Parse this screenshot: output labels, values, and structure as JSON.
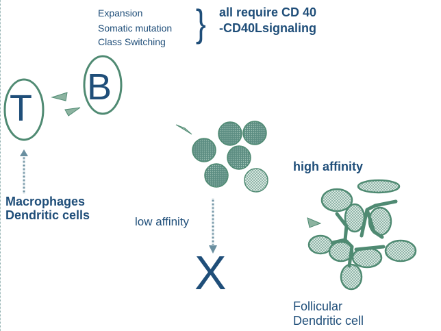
{
  "top_list": {
    "items": [
      "Expansion",
      "Somatic mutation",
      "Class Switching"
    ],
    "summary_line1": "all require CD 40",
    "summary_line2": "-CD40Lsignaling"
  },
  "cells": {
    "t_letter": "T",
    "b_letter": "B"
  },
  "labels": {
    "macrophages": "Macrophages",
    "dendritic_cells": "Dendritic cells",
    "low_affinity": "low affinity",
    "eliminated_mark": "X",
    "high_affinity": "high affinity",
    "follicular": "Follicular",
    "dendritic_cell": "Dendritic cell"
  },
  "colors": {
    "text": "#1f4e79",
    "outline": "#4f8a72",
    "cell_fill": "#5f8f84",
    "light_fill": "#cfe3d8"
  }
}
